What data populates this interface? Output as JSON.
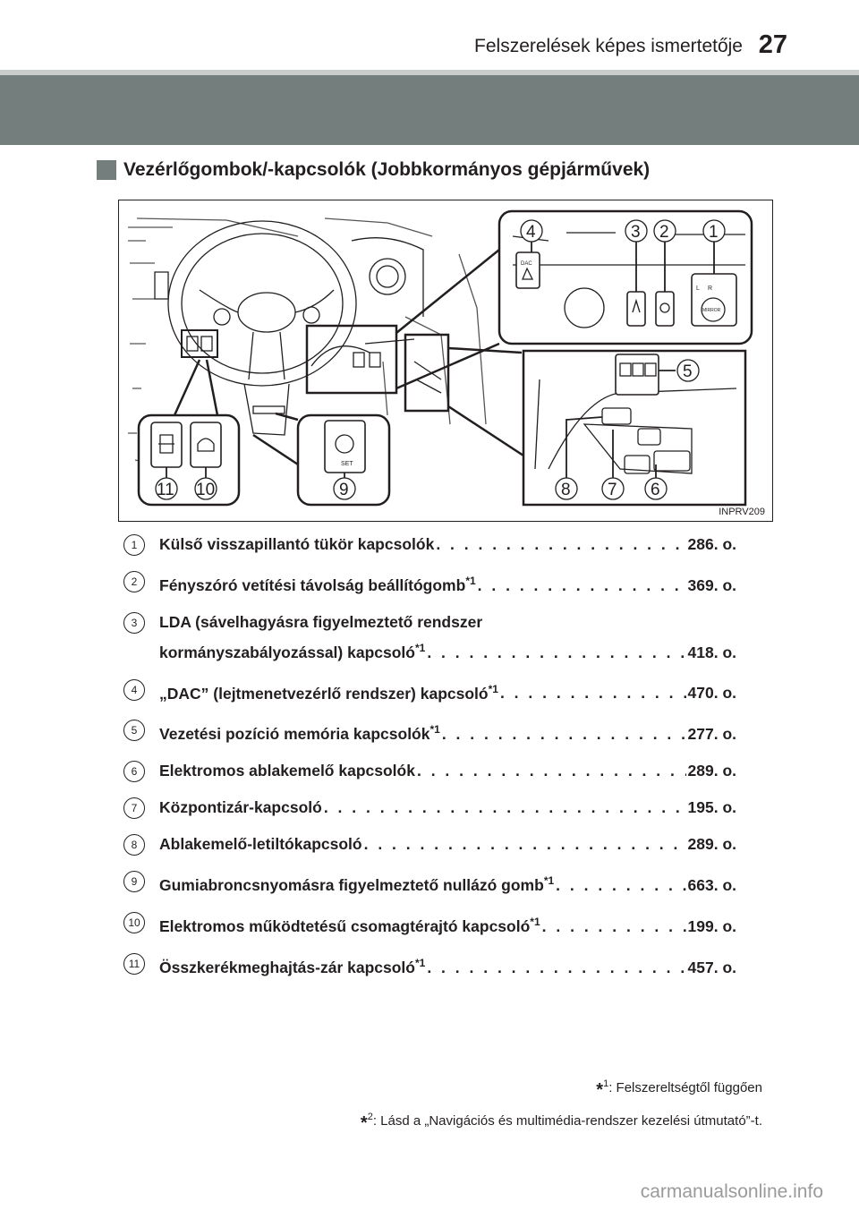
{
  "header": {
    "title": "Felszerelések képes ismertetője",
    "page_number": "27"
  },
  "section": {
    "title": "Vezérlőgombok/-kapcsolók (Jobbkormányos gépjárművek)"
  },
  "figure": {
    "code": "INPRV209",
    "callouts": [
      "1",
      "2",
      "3",
      "4",
      "5",
      "6",
      "7",
      "8",
      "9",
      "10",
      "11"
    ],
    "labels": {
      "dac": "DAC",
      "mirror": "MIRROR",
      "set": "SET",
      "l": "L",
      "r": "R"
    }
  },
  "items": [
    {
      "num": "1",
      "label": "Külső visszapillantó tükör kapcsolók",
      "note": "",
      "ref": "286. o."
    },
    {
      "num": "2",
      "label": "Fényszóró vetítési távolság beállítógomb",
      "note": "*1",
      "ref": "369. o."
    },
    {
      "num": "3",
      "label": "LDA (sávelhagyásra figyelmeztető rendszer",
      "label2": "kormányszabályozással) kapcsoló",
      "note": "*1",
      "ref": "418. o."
    },
    {
      "num": "4",
      "label": "„DAC” (lejtmenetvezérlő rendszer) kapcsoló",
      "note": "*1",
      "ref": "470. o."
    },
    {
      "num": "5",
      "label": "Vezetési pozíció memória kapcsolók",
      "note": "*1",
      "ref": "277. o."
    },
    {
      "num": "6",
      "label": "Elektromos ablakemelő kapcsolók",
      "note": "",
      "ref": "289. o."
    },
    {
      "num": "7",
      "label": "Központizár-kapcsoló",
      "note": "",
      "ref": "195. o."
    },
    {
      "num": "8",
      "label": "Ablakemelő-letiltókapcsoló",
      "note": "",
      "ref": "289. o."
    },
    {
      "num": "9",
      "label": "Gumiabroncsnyomásra figyelmeztető nullázó gomb",
      "note": "*1",
      "ref": "663. o."
    },
    {
      "num": "10",
      "label": "Elektromos működtetésű csomagtérajtó kapcsoló",
      "note": "*1",
      "ref": "199. o."
    },
    {
      "num": "11",
      "label": "Összkerékmeghajtás-zár kapcsoló",
      "note": "*1",
      "ref": "457. o."
    }
  ],
  "footnotes": {
    "fn1_star": "*",
    "fn1_sup": "1",
    "fn1_text": ": Felszereltségtől függően",
    "fn2_star": "*",
    "fn2_sup": "2",
    "fn2_text": ": Lásd a „Navigációs és multimédia-rendszer kezelési útmutató”-t."
  },
  "watermark": "carmanualsonline.info"
}
